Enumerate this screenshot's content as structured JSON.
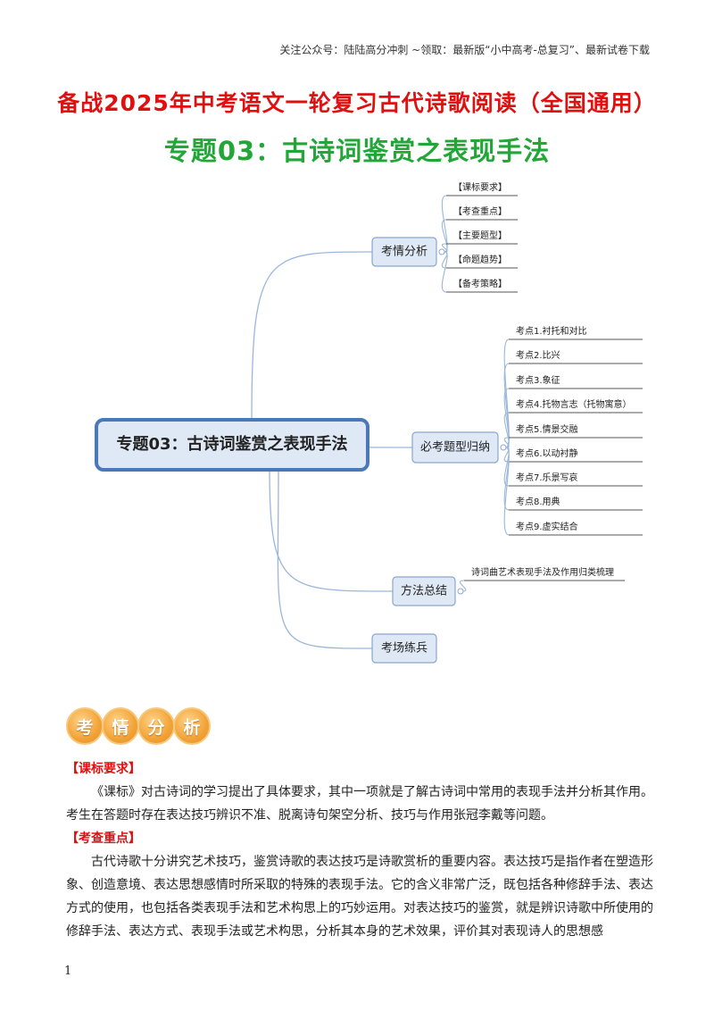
{
  "header_note": "关注公众号：陆陆高分冲刺  ~领取：最新版“小中高考-总复习”、最新试卷下载",
  "title": "备战2025年中考语文一轮复习古代诗歌阅读（全国通用）",
  "subtitle": "专题03：古诗词鉴赏之表现手法",
  "mindmap": {
    "root": "专题03：古诗词鉴赏之表现手法",
    "branches": [
      {
        "label": "考情分析",
        "children": [
          "【课标要求】",
          "【考查重点】",
          "【主要题型】",
          "【命题趋势】",
          "【备考策略】"
        ]
      },
      {
        "label": "必考题型归纳",
        "children": [
          "考点1.衬托和对比",
          "考点2.比兴",
          "考点3.象征",
          "考点4.托物言志（托物寓意）",
          "考点5.情景交融",
          "考点6.以动衬静",
          "考点7.乐景写哀",
          "考点8.用典",
          "考点9.虚实结合"
        ]
      },
      {
        "label": "方法总结",
        "children": [
          "诗词曲艺术表现手法及作用归类梳理"
        ]
      },
      {
        "label": "考场练兵",
        "children": []
      }
    ]
  },
  "badge": [
    "考",
    "情",
    "分",
    "析"
  ],
  "sections": [
    {
      "heading": "【课标要求】",
      "text": "《课标》对古诗词的学习提出了具体要求，其中一项就是了解古诗词中常用的表现手法并分析其作用。考生在答题时存在表达技巧辨识不准、脱离诗句架空分析、技巧与作用张冠李戴等问题。"
    },
    {
      "heading": "【考查重点】",
      "text": "古代诗歌十分讲究艺术技巧，鉴赏诗歌的表达技巧是诗歌赏析的重要内容。表达技巧是指作者在塑造形象、创造意境、表达思想感情时所采取的特殊的表现手法。它的含义非常广泛，既包括各种修辞手法、表达方式的使用，也包括各类表现手法和艺术构思上的巧妙运用。对表达技巧的鉴赏，就是辨识诗歌中所使用的修辞手法、表达方式、表现手法或艺术构思，分析其本身的艺术效果，评价其对表现诗人的思想感"
    }
  ],
  "page_number": "1",
  "colors": {
    "title": "#e01010",
    "subtitle": "#21a637",
    "node_fill": "#dfe8f5",
    "node_border": "#8aa6cf",
    "root_border": "#4a78b8",
    "line": "#9ab6dc"
  }
}
